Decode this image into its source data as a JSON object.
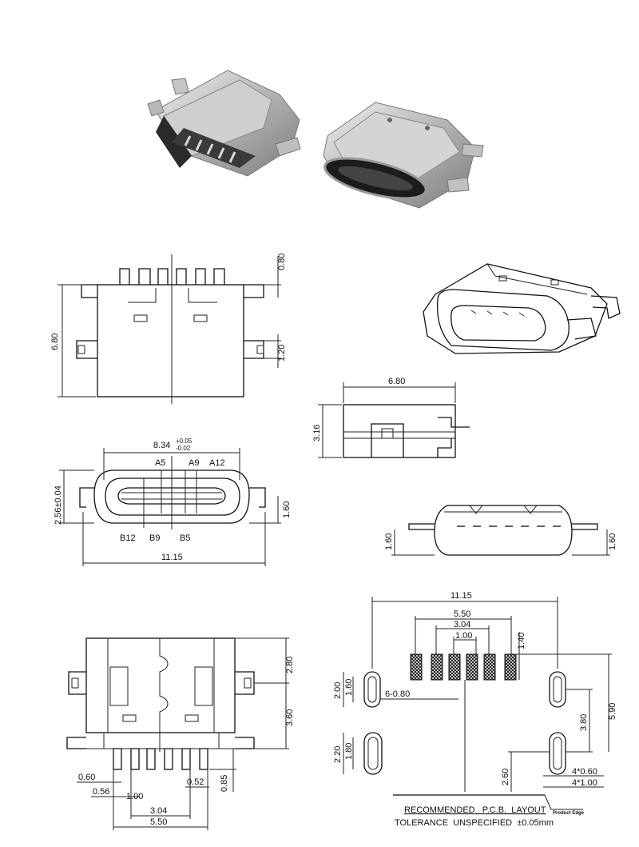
{
  "photo": {
    "left_caption": "",
    "right_caption": ""
  },
  "top_view": {
    "height": "6.80",
    "pin_tab": "0.80",
    "side_tab": "1.20"
  },
  "side_view": {
    "width": "6.80",
    "height": "3.16"
  },
  "front_view": {
    "opening_width": "8.34",
    "opening_tol_plus": "+0.05",
    "opening_tol_minus": "-0.02",
    "height": "2.56±0.04",
    "flange": "1.60",
    "overall": "11.15",
    "pins_top": [
      "A5",
      "A9",
      "A12"
    ],
    "pins_bottom": [
      "B12",
      "B9",
      "B5"
    ]
  },
  "mount_view": {
    "left_h": "1.60",
    "right_h": "1.60"
  },
  "bottom_view": {
    "d_top": "2.80",
    "d_mid": "3.60",
    "d_pin_len": "0.85",
    "pin_w": "0.60",
    "pin_w2": "0.56",
    "pitch": "1.00",
    "gap": "0.52",
    "span1": "3.04",
    "span2": "5.50"
  },
  "pcb_layout": {
    "overall": "11.15",
    "span_550": "5.50",
    "span_304": "3.04",
    "pitch": "1.00",
    "pad_len": "1.40",
    "slot_h1": "2.00",
    "slot_w1": "1.60",
    "pad_count": "6-0.80",
    "slot_h2": "2.20",
    "slot_w2": "1.80",
    "off_260": "2.60",
    "off_380": "3.80",
    "off_590": "5.90",
    "hole_w1": "4*0.60",
    "hole_w2": "4*1.00",
    "title": "RECOMMENDED   P.C.B.  LAYOUT",
    "edge_note": "Product Edge",
    "tolerance": "TOLERANCE  UNSPECIFIED  ±0.05mm"
  }
}
